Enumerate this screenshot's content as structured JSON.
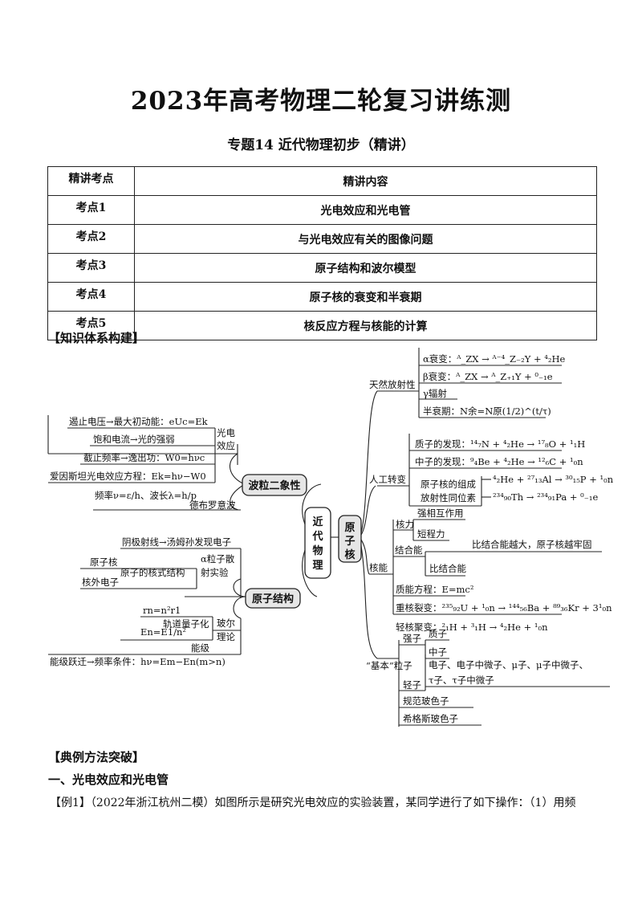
{
  "doc": {
    "title": "2023年高考物理二轮复习讲练测",
    "subtitle": "专题14 近代物理初步（精讲）"
  },
  "table": {
    "headers": [
      "精讲考点",
      "精讲内容"
    ],
    "rows": [
      {
        "point": "考点1",
        "content": "光电效应和光电管"
      },
      {
        "point": "考点2",
        "content": "与光电效应有关的图像问题"
      },
      {
        "point": "考点3",
        "content": "原子结构和波尔模型"
      },
      {
        "point": "考点4",
        "content": "原子核的衰变和半衰期"
      },
      {
        "point": "考点5",
        "content": "核反应方程与核能的计算"
      }
    ]
  },
  "sections": {
    "knowledge": "【知识体系构建】",
    "methods": "【典例方法突破】",
    "part1": "一、光电效应和光电管"
  },
  "mindmap": {
    "center": "近代物理",
    "wave": "波粒二象性",
    "atom": "原子结构",
    "nucleus": "原子核",
    "photo_group": "光电效应",
    "photo_items": [
      "遏止电压→最大初动能：eUc=Ek",
      "饱和电流→光的强弱",
      "截止频率→逸出功：W0=hνc",
      "爱因斯坦光电效应方程：Ek=hν−W0"
    ],
    "debroglie_item": "频率ν=ε/h、波长λ=h/p",
    "debroglie_label": "德布罗意波",
    "cathode_item": "阴极射线→汤姆孙发现电子",
    "alpha_group": "α粒子散射实验",
    "alpha_items": [
      "原子核",
      "核外电子",
      "原子的核式结构"
    ],
    "bohr_group": "玻尔理论",
    "bohr_items": [
      "rn=n²r1",
      "轨道量子化",
      "En=E1/n²",
      "能级"
    ],
    "transition_item": "能级跃迁→频率条件：hν=Em−En(m>n)",
    "natural": {
      "label": "天然放射性",
      "items": [
        "α衰变：ᴬ_ZX → ᴬ⁻⁴_Z₋₂Y + ⁴₂He",
        "β衰变：ᴬ_ZX → ᴬ_Z₊₁Y + ⁰₋₁e",
        "γ辐射",
        "半衰期：N余=N原(1/2)^(t/τ)"
      ]
    },
    "artificial": {
      "label": "人工转变",
      "items": [
        "质子的发现：¹⁴₇N + ⁴₂He → ¹⁷₈O + ¹₁H",
        "中子的发现：⁹₄Be + ⁴₂He → ¹²₆C + ¹₀n",
        "原子核的组成",
        "放射性同位素",
        "⁴₂He + ²⁷₁₃Al → ³⁰₁₅P + ¹₀n",
        "²³⁴₉₀Th → ²³⁴₉₁Pa + ⁰₋₁e"
      ]
    },
    "energy": {
      "label": "核能",
      "force": "核力",
      "force_items": [
        "强相互作用",
        "短程力"
      ],
      "binding": "结合能",
      "binding_items": [
        "比结合能",
        "比结合能越大，原子核越牢固"
      ],
      "items": [
        "质能方程：E=mc²",
        "重核裂变：²³⁵₉₂U + ¹₀n → ¹⁴⁴₅₆Ba + ⁸⁹₃₆Kr + 3¹₀n",
        "轻核聚变：²₁H + ³₁H → ⁴₂He + ¹₀n"
      ]
    },
    "basic": {
      "label": "“基本”粒子",
      "hadron": "强子",
      "hadron_items": [
        "质子",
        "中子"
      ],
      "lepton": "轻子",
      "lepton_items": [
        "电子、电子中微子、μ子、μ子中微子、",
        "τ子、τ子中微子"
      ],
      "others": [
        "规范玻色子",
        "希格斯玻色子"
      ]
    }
  },
  "example": {
    "text": "【例1】（2022年浙江杭州二模）如图所示是研究光电效应的实验装置，某同学进行了如下操作：（1）用频"
  }
}
